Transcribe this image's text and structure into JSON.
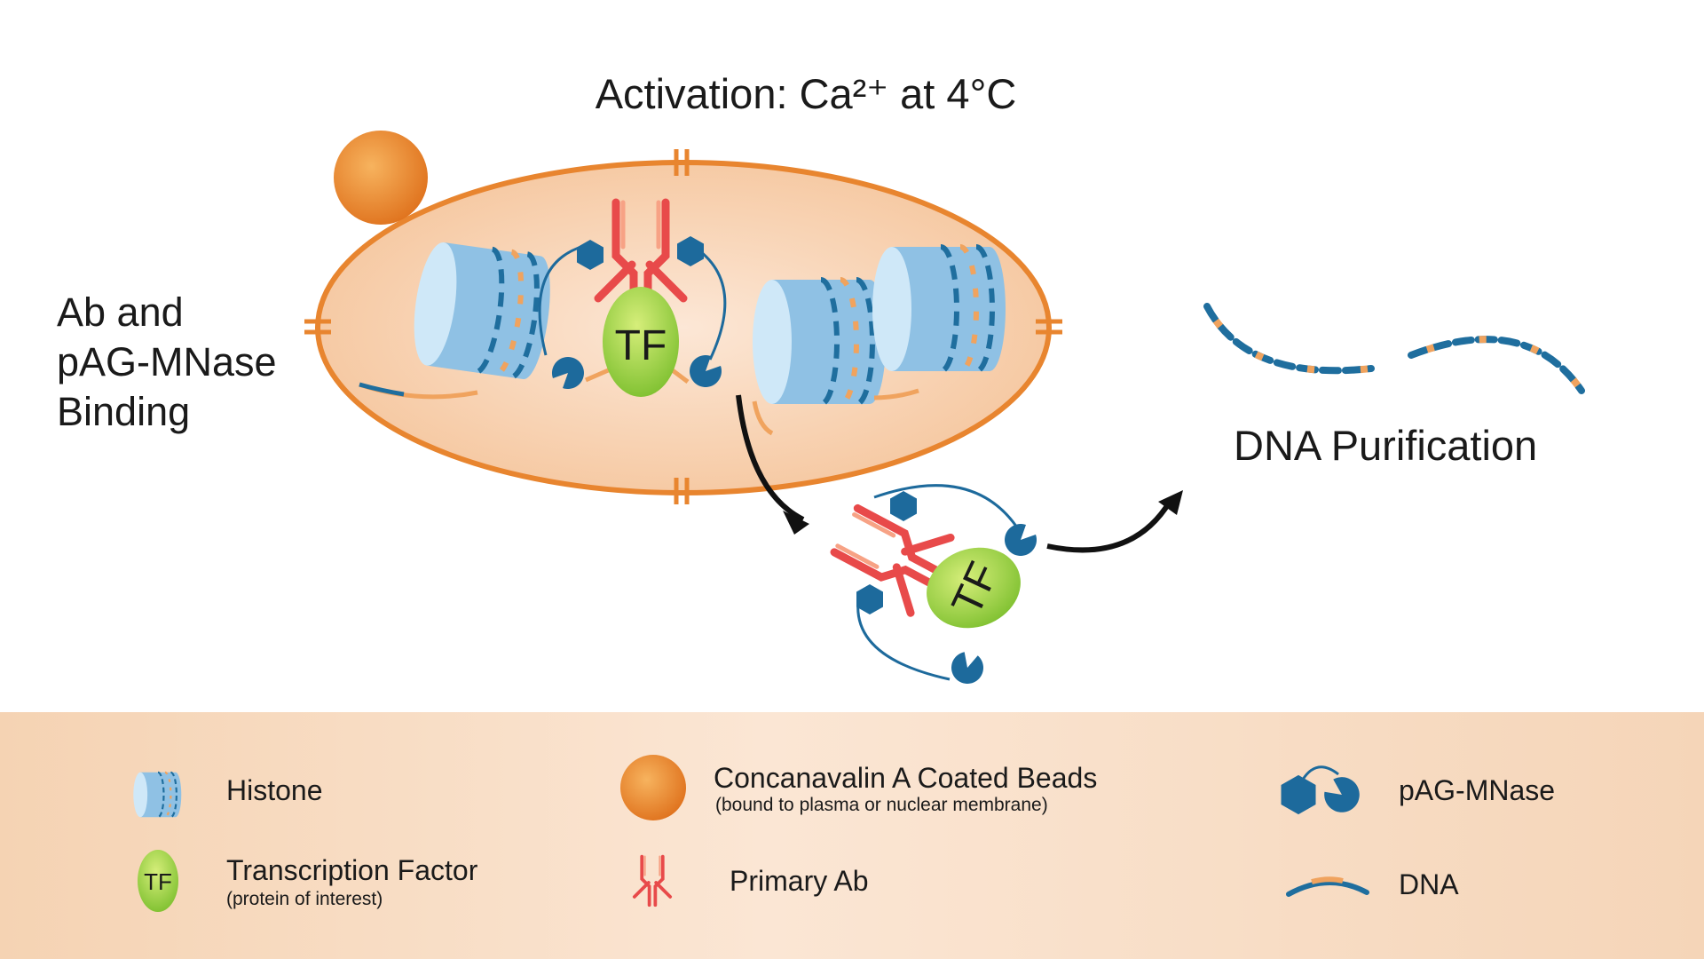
{
  "title": "Activation: Ca²⁺ at 4°C",
  "steps": {
    "binding_line1": "Ab and",
    "binding_line2": "pAG-MNase",
    "binding_line3": "Binding",
    "purification": "DNA Purification"
  },
  "marks": {
    "tf_label": "TF"
  },
  "legend": {
    "histone": "Histone",
    "tf": "Transcription Factor",
    "tf_sub": "(protein of interest)",
    "tf_icon_label": "TF",
    "beads": "Concanavalin A Coated Beads",
    "beads_sub": "(bound to plasma or nuclear membrane)",
    "primary_ab": "Primary Ab",
    "pag_mnase": "pAG-MNase",
    "dna": "DNA"
  },
  "colors": {
    "membrane": "#e8852f",
    "cell_fill": "#f6c9a0",
    "histone_light": "#cfe8f8",
    "histone_mid": "#8fc1e4",
    "dna_blue": "#1f6e9e",
    "dna_orange": "#f0a35e",
    "antibody": "#e84a4a",
    "tf_green": "#8cc63f",
    "bead": "#e8852f",
    "pag_blue": "#1d6a9c"
  }
}
